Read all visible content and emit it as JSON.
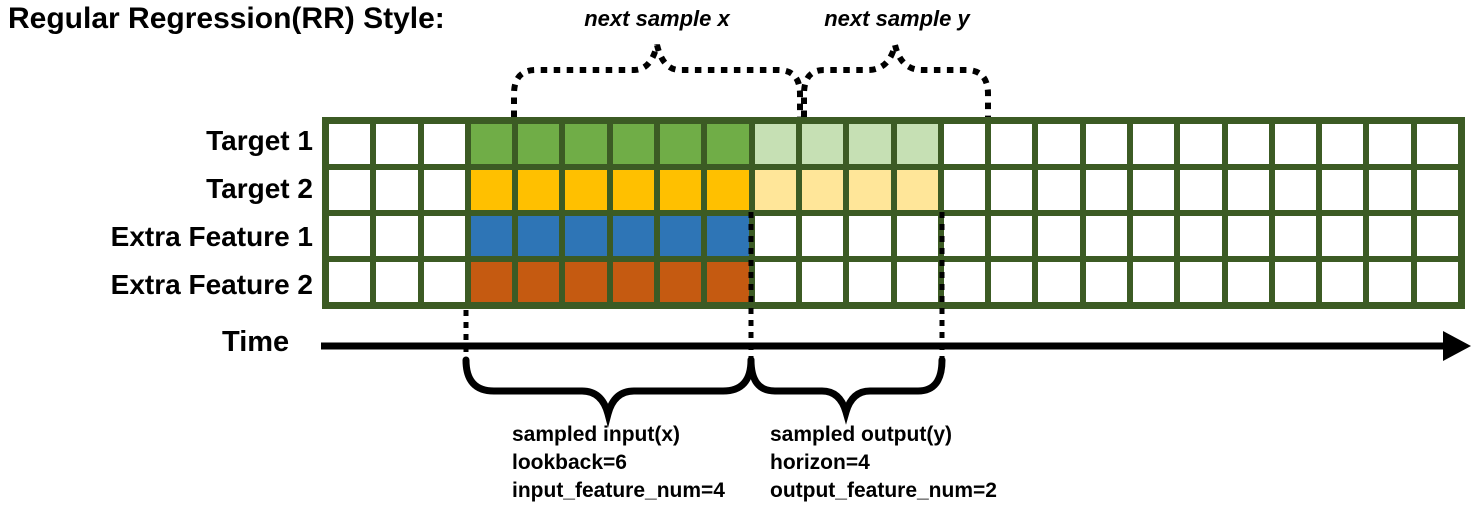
{
  "title": "Regular Regression(RR) Style:",
  "annotations": {
    "next_sample_x": "next sample x",
    "next_sample_y": "next sample y"
  },
  "time_axis": {
    "label": "Time"
  },
  "colors": {
    "grid_border": "#3C5B24",
    "empty_cell": "#FFFFFF",
    "ink": "#000000",
    "target1_input": "#70AD47",
    "target1_output": "#C6E0B4",
    "target2_input": "#FFC000",
    "target2_output": "#FFE699",
    "extra_feature1_input": "#2E75B6",
    "extra_feature2_input": "#C55A11"
  },
  "grid": {
    "columns": 24,
    "input_start": 4,
    "input_end": 9,
    "output_start": 10,
    "output_end": 13,
    "rows": [
      {
        "label": "Target 1",
        "input_color": "#70AD47",
        "output_color": "#C6E0B4"
      },
      {
        "label": "Target 2",
        "input_color": "#FFC000",
        "output_color": "#FFE699"
      },
      {
        "label": "Extra Feature 1",
        "input_color": "#2E75B6",
        "output_color": null
      },
      {
        "label": "Extra Feature 2",
        "input_color": "#C55A11",
        "output_color": null
      }
    ]
  },
  "input_annotation": [
    "sampled input(x)",
    "lookback=6",
    "input_feature_num=4"
  ],
  "output_annotation": [
    "sampled output(y)",
    "horizon=4",
    "output_feature_num=2"
  ]
}
